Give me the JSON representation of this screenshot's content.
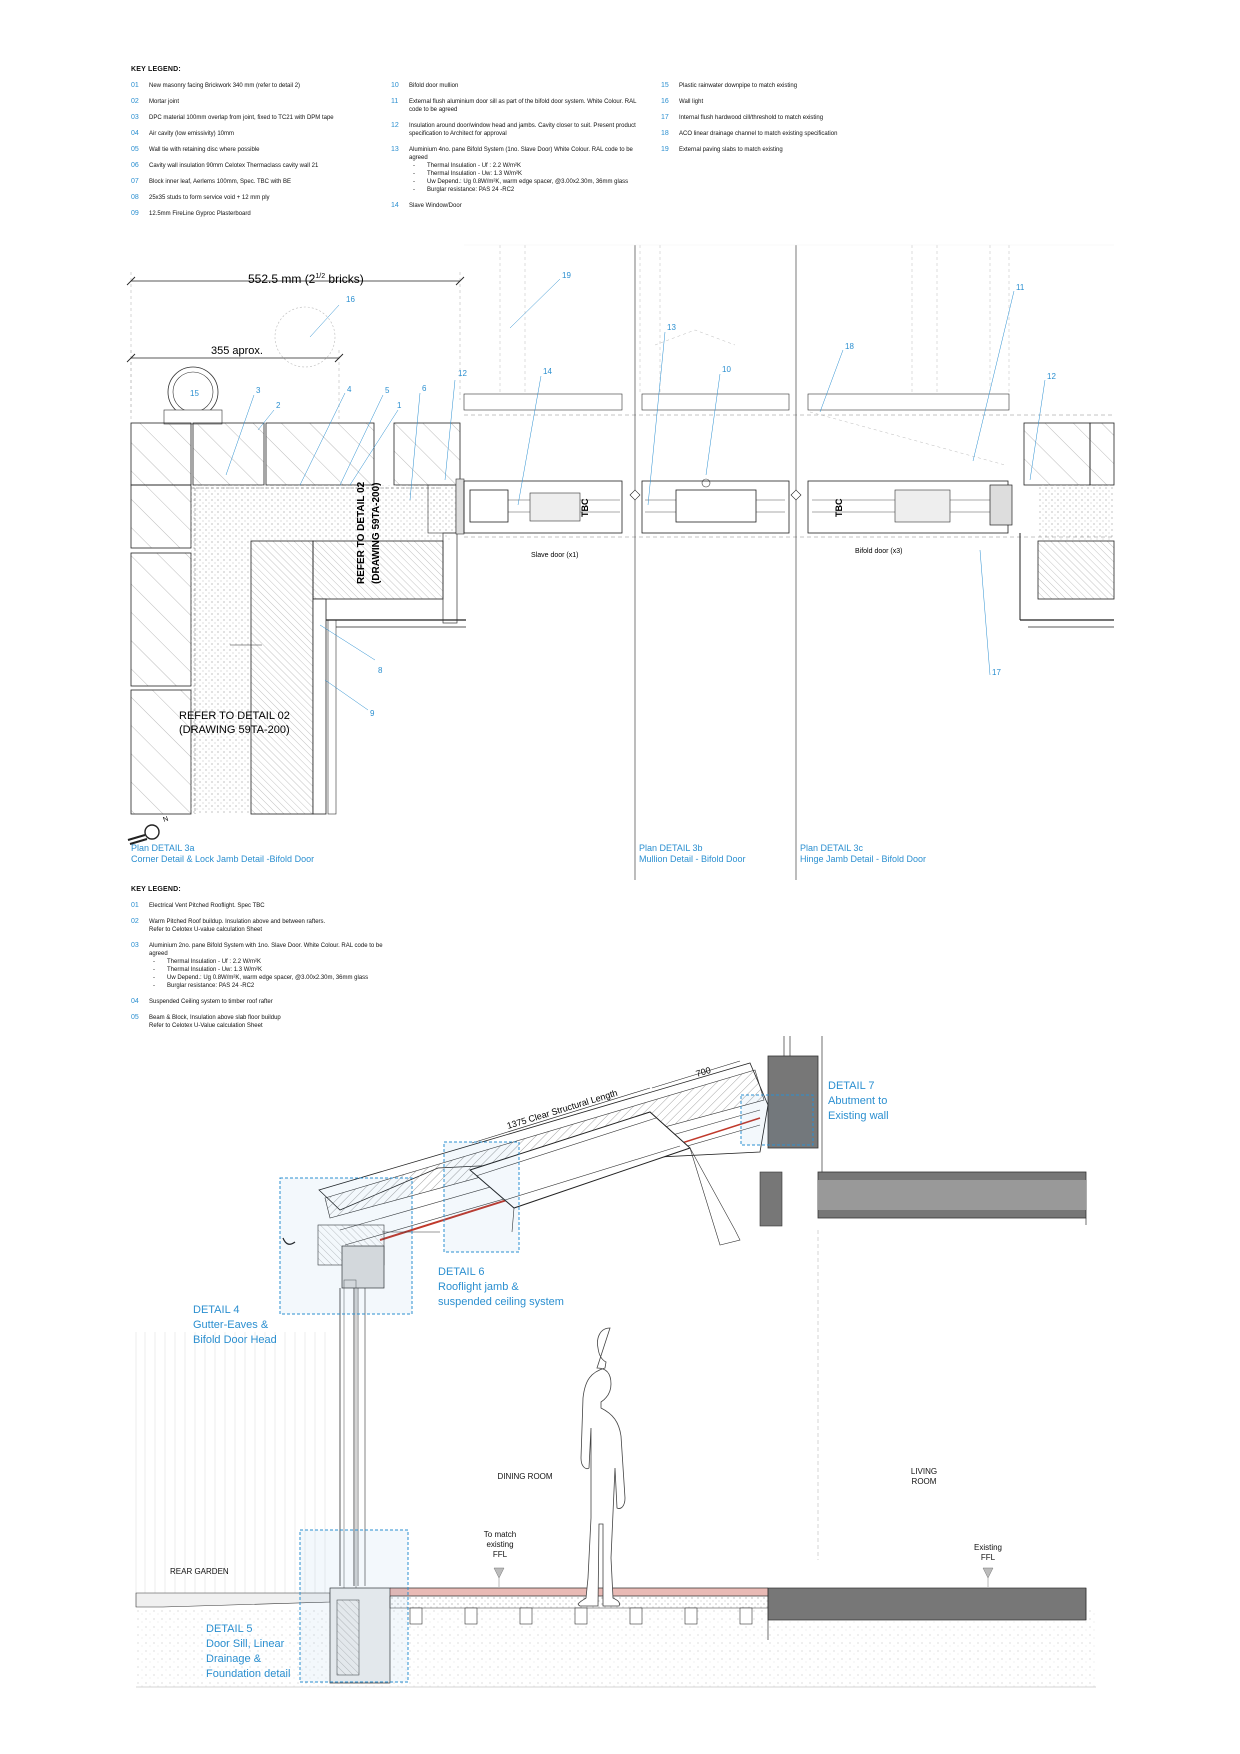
{
  "legend_top": {
    "title": "KEY LEGEND:",
    "items": [
      {
        "n": "01",
        "text": "New masonry facing Brickwork 340 mm (refer to detail 2)"
      },
      {
        "n": "02",
        "text": "Mortar joint"
      },
      {
        "n": "03",
        "text": "DPC material 100mm overlap from joint, fixed to TC21 with DPM tape"
      },
      {
        "n": "04",
        "text": "Air cavity (low emissivity) 10mm"
      },
      {
        "n": "05",
        "text": "Wall tie with retaining disc where possible"
      },
      {
        "n": "06",
        "text": "Cavity wall insulation 90mm Celotex Thermaclass cavity wall 21"
      },
      {
        "n": "07",
        "text": "Block inner leaf, Aerlems 100mm, Spec. TBC with BE"
      },
      {
        "n": "08",
        "text": "25x35 studs to form service void + 12 mm ply"
      },
      {
        "n": "09",
        "text": "12.5mm FireLine Gyproc Plasterboard"
      },
      {
        "n": "10",
        "text": "Bifold door mullion"
      },
      {
        "n": "11",
        "text": "External flush aluminium door sill as part of the bifold door system. White Colour. RAL code to be agreed"
      },
      {
        "n": "12",
        "text": "Insulation around door/window head and jambs. Cavity closer to suit. Present product specification to Architect for approval"
      },
      {
        "n": "13",
        "text": "Aluminium 4no. pane Bifold System (1no. Slave Door) White Colour. RAL code to be agreed",
        "subs": [
          "Thermal Insulation - Uf : 2.2 W/m²K",
          "Thermal Insulation - Uw: 1.3 W/m²K",
          "Uw Depend.: Ug 0.8W/m²K, warm edge spacer, @3.00x2.30m, 36mm glass",
          "Burglar resistance: PAS 24 -RC2"
        ]
      },
      {
        "n": "14",
        "text": "Slave Window/Door"
      },
      {
        "n": "15",
        "text": "Plastic rainwater downpipe to match existing"
      },
      {
        "n": "16",
        "text": "Wall light"
      },
      {
        "n": "17",
        "text": "Internal flush hardwood cill/threshold to match existing"
      },
      {
        "n": "18",
        "text": "ACO linear drainage channel to match existing specification"
      },
      {
        "n": "19",
        "text": "External paving slabs to match existing"
      }
    ]
  },
  "plan": {
    "dim_overall": "552.5 mm (2",
    "dim_overall_frac": "1/2",
    "dim_overall_suffix": " bricks)",
    "dim_small": "355 aprox.",
    "refer_vertical_1": "REFER TO DETAIL 02",
    "refer_vertical_2": "(DRAWING 59TA-200)",
    "refer_h_1": "REFER TO DETAIL 02",
    "refer_h_2": "(DRAWING 59TA-200)",
    "tbc": "TBC",
    "slave_door": "Slave door (x1)",
    "bifold_door": "Bifold door (x3)",
    "north": "N",
    "callouts": [
      "1",
      "2",
      "3",
      "4",
      "5",
      "6",
      "8",
      "9",
      "10",
      "11",
      "12",
      "12",
      "13",
      "14",
      "15",
      "16",
      "17",
      "18",
      "19"
    ],
    "titles": [
      {
        "a": "Plan DETAIL 3a",
        "b": "Corner Detail & Lock Jamb Detail -Bifold Door"
      },
      {
        "a": "Plan DETAIL 3b",
        "b": "Mullion  Detail - Bifold Door"
      },
      {
        "a": "Plan DETAIL 3c",
        "b": "Hinge Jamb Detail - Bifold Door"
      }
    ]
  },
  "legend_bottom": {
    "title": "KEY LEGEND:",
    "items": [
      {
        "n": "01",
        "text": "Electrical Vent Pitched Rooflight. Spec TBC"
      },
      {
        "n": "02",
        "text": "Warm Pitched Roof buildup. Insulation above and between rafters.",
        "line2": "Refer to Celotex U-value calculation Sheet"
      },
      {
        "n": "03",
        "text": "Aluminium 2no. pane Bifold System with 1no. Slave Door. White Colour. RAL code to be agreed",
        "subs": [
          "Thermal Insulation - Uf : 2.2 W/m²K",
          "Thermal Insulation - Uw: 1.3 W/m²K",
          "Uw Depend.: Ug 0.8W/m²K, warm edge spacer, @3.00x2.30m, 36mm glass",
          "Burglar resistance: PAS 24 -RC2"
        ]
      },
      {
        "n": "04",
        "text": "Suspended Ceiling system to timber roof rafter"
      },
      {
        "n": "05",
        "text": "Beam & Block, Insulation above slab floor buildup",
        "line2": "Refer to Celotex U-Value calculation Sheet"
      }
    ]
  },
  "section": {
    "dim_700": "700",
    "dim_1375": "1375 Clear Structural Length",
    "details": [
      {
        "a": "DETAIL 4",
        "b": "Gutter-Eaves &",
        "c": "Bifold Door Head"
      },
      {
        "a": "DETAIL 5",
        "b": "Door Sill, Linear",
        "c": "Drainage &",
        "d": "Foundation detail"
      },
      {
        "a": "DETAIL 6",
        "b": "Rooflight jamb &",
        "c": "suspended ceiling system"
      },
      {
        "a": "DETAIL 7",
        "b": "Abutment to",
        "c": "Existing wall"
      }
    ],
    "rooms": {
      "dining": "DINING ROOM",
      "living_1": "LIVING",
      "living_2": "ROOM",
      "rear_garden": "REAR GARDEN",
      "to_match_1": "To match",
      "to_match_2": "existing",
      "to_match_3": "FFL",
      "existing_1": "Existing",
      "existing_2": "FFL"
    }
  },
  "colors": {
    "accent": "#2b8fd0",
    "line": "#222222",
    "hatch": "#555555",
    "concrete": "#777777",
    "insulation": "#c0392b"
  }
}
